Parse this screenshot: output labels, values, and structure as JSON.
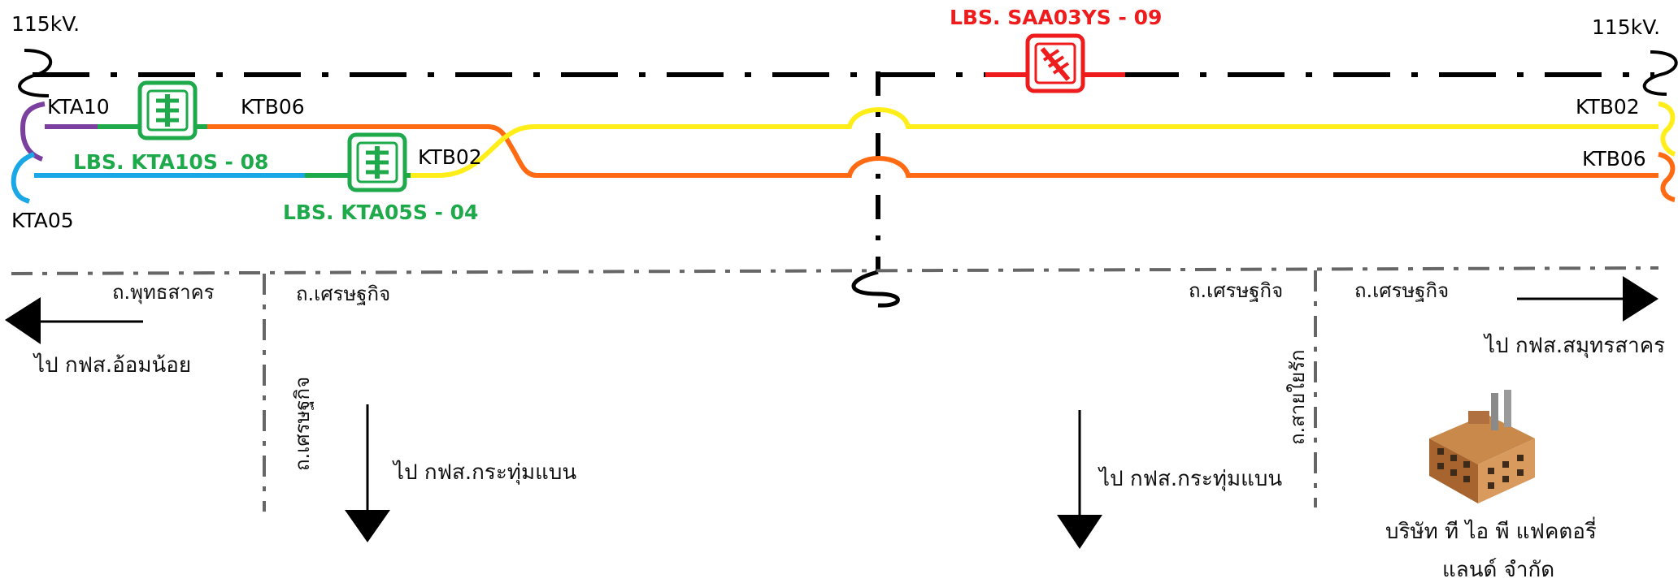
{
  "voltage": {
    "left": "115kV.",
    "right": "115kV."
  },
  "feeders": {
    "kta10": "KTA10",
    "kta05": "KTA05",
    "ktb06_left": "KTB06",
    "ktb02_left": "KTB02",
    "ktb02_right": "KTB02",
    "ktb06_right": "KTB06"
  },
  "switches": {
    "kta10s": "LBS. KTA10S - 08",
    "kta05s": "LBS. KTA05S - 04",
    "saa03ys": "LBS. SAA03YS - 09"
  },
  "roads": {
    "phutthasakhon": "ถ.พุทธสาคร",
    "setthakit_1": "ถ.เศรษฐกิจ",
    "setthakit_vertical": "ถ.เศรษฐกิจ",
    "setthakit_2": "ถ.เศรษฐกิจ",
    "saiyairak": "ถ.สายใยรัก",
    "setthakit_3": "ถ.เศรษฐกิจ"
  },
  "destinations": {
    "om_noi": "ไป กฟส.อ้อมน้อย",
    "krathum_baen_1": "ไป กฟส.กระทุ่มแบน",
    "krathum_baen_2": "ไป กฟส.กระทุ่มแบน",
    "samut_sakhon": "ไป กฟส.สมุทรสาคร"
  },
  "company": {
    "line1": "บริษัท ที ไอ พี แฟคตอรี่",
    "line2": "แลนด์ จำกัด"
  },
  "colors": {
    "kta10": "#7b3fa0",
    "kta05": "#1aa7e6",
    "ktb06": "#ff6a13",
    "ktb02": "#ffee1a",
    "lbs_green": "#1ea94b",
    "lbs_red": "#ee1c1c",
    "road_line": "#666666"
  },
  "icons": {
    "lbs_switch": "lbs-switch-icon",
    "factory": "factory-icon",
    "arrow": "arrow-icon"
  }
}
